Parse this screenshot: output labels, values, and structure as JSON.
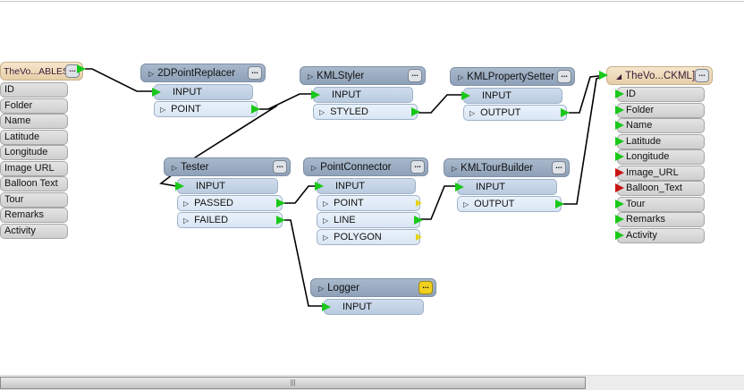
{
  "reader": {
    "title": "TheVo...ABLES]]",
    "attributes": [
      "ID",
      "Folder",
      "Name",
      "Latitude",
      "Longitude",
      "Image URL",
      "Balloon Text",
      "Tour",
      "Remarks",
      "Activity"
    ]
  },
  "writer": {
    "title": "TheVo...CKML]]",
    "attributes": [
      {
        "name": "ID",
        "status": "green"
      },
      {
        "name": "Folder",
        "status": "green"
      },
      {
        "name": "Name",
        "status": "green"
      },
      {
        "name": "Latitude",
        "status": "green"
      },
      {
        "name": "Longitude",
        "status": "green"
      },
      {
        "name": "Image_URL",
        "status": "red"
      },
      {
        "name": "Balloon_Text",
        "status": "red"
      },
      {
        "name": "Tour",
        "status": "green"
      },
      {
        "name": "Remarks",
        "status": "green"
      },
      {
        "name": "Activity",
        "status": "green"
      }
    ]
  },
  "transformers": [
    {
      "id": "2dpointreplacer",
      "title": "2DPointReplacer",
      "inputs": [
        "INPUT"
      ],
      "outputs": [
        "POINT"
      ]
    },
    {
      "id": "kmlstyler",
      "title": "KMLStyler",
      "inputs": [
        "INPUT"
      ],
      "outputs": [
        "STYLED"
      ]
    },
    {
      "id": "kmlpropertysetter",
      "title": "KMLPropertySetter",
      "inputs": [
        "INPUT"
      ],
      "outputs": [
        "OUTPUT"
      ]
    },
    {
      "id": "tester",
      "title": "Tester",
      "inputs": [
        "INPUT"
      ],
      "outputs": [
        "PASSED",
        "FAILED"
      ]
    },
    {
      "id": "pointconnector",
      "title": "PointConnector",
      "inputs": [
        "INPUT"
      ],
      "outputs": [
        "POINT",
        "LINE",
        "POLYGON"
      ],
      "unconnected_outputs": [
        "POINT",
        "POLYGON"
      ]
    },
    {
      "id": "kmltourbuilder",
      "title": "KMLTourBuilder",
      "inputs": [
        "INPUT"
      ],
      "outputs": [
        "OUTPUT"
      ]
    },
    {
      "id": "logger",
      "title": "Logger",
      "inputs": [
        "INPUT"
      ],
      "outputs": [],
      "menu_warning": true
    }
  ],
  "menu_label": "...",
  "scrollbar_grip": "|||",
  "colors": {
    "connected_port": "#1ac81a",
    "unmapped_attribute": "#c81414",
    "unconnected_port": "#e6d21a",
    "transformer_header": "#98aac0",
    "feature_type_header": "#eedcbc"
  }
}
